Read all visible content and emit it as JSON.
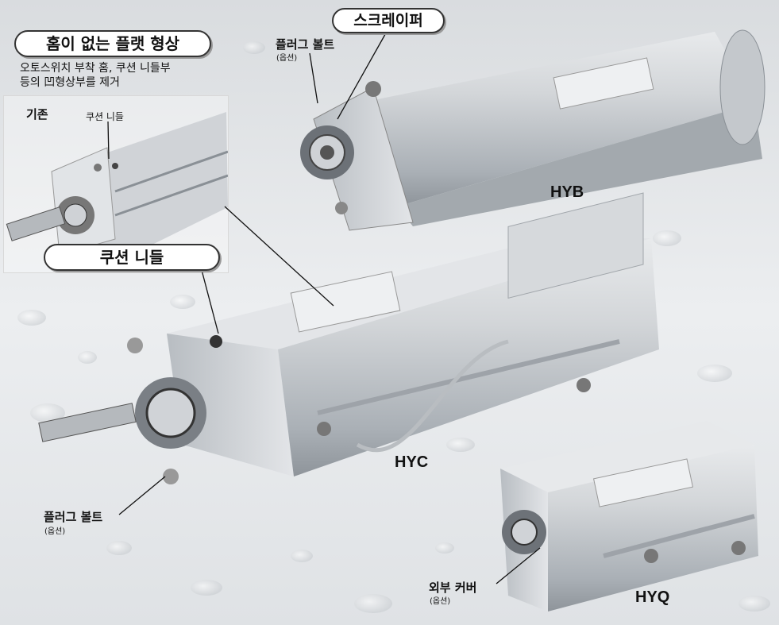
{
  "labels": {
    "no_groove_title": "홈이 없는 플랫 형상",
    "no_groove_note_line1": "오토스위치 부착 홈, 쿠션 니들부",
    "no_groove_note_line2": "등의 凹형상부를 제거",
    "existing": "기존",
    "cushion_needle_small": "쿠션 니들",
    "cushion_needle_title": "쿠션 니들",
    "scraper": "스크레이퍼",
    "plug_bolt_top": "플러그 볼트",
    "plug_bolt_top_option": "(옵션)",
    "plug_bolt_bottom": "플러그 볼트",
    "plug_bolt_bottom_option": "(옵션)",
    "outer_cover": "외부 커버",
    "outer_cover_option": "(옵션)"
  },
  "models": {
    "hyb": "HYB",
    "hyc": "HYC",
    "hyq": "HYQ"
  },
  "colors": {
    "background": "#e6e8ea",
    "cylinder_body": "#c9ccd0",
    "cylinder_shadow": "#9ea3a9",
    "metal_dark": "#3a3a3a",
    "label_border": "#333333"
  }
}
